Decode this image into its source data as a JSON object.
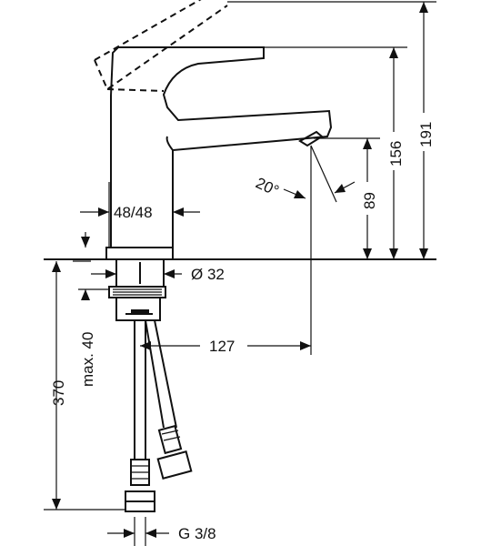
{
  "dimensions": {
    "width_48_48": "48/48",
    "diameter_32": "Ø 32",
    "angle_20": "20°",
    "reach_127": "127",
    "height_89": "89",
    "height_156": "156",
    "height_191": "191",
    "depth_370": "370",
    "max_40": "max. 40",
    "thread_g38": "G 3/8"
  }
}
